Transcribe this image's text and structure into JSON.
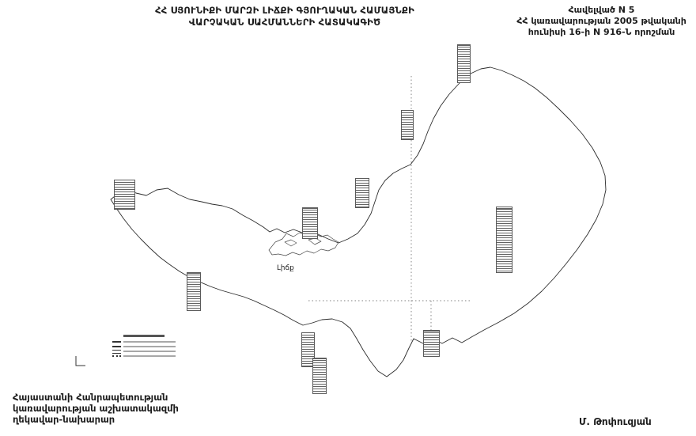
{
  "document": {
    "title_line1": "ՀՀ ՍՅՈՒՆԻՔԻ ՄԱՐԶԻ ԼԻՃՔԻ ԳՅՈՒՂԱԿԱՆ ՀԱՄԱՅՆՔԻ",
    "title_line2": "ՎԱՐՉԱԿԱՆ ՍԱՀՄԱՆՆԵՐԻ ՀԱՏԱԿԱԳԻԾ",
    "annex": {
      "line1": "Հավելված N 5",
      "line2": "ՀՀ կառավարության 2005 թվականի",
      "line3": "հունիսի 16-ի N 916-Ն որոշման"
    },
    "map": {
      "settlement_label": "Լիճք"
    },
    "signatory": {
      "line1": "Հայաստանի Հանրապետության",
      "line2": "կառավարության աշխատակազմի",
      "line3": "ղեկավար-նախարար",
      "name": "Մ. Թոփուզյան"
    },
    "colors": {
      "ink": "#1c1c1c",
      "paper": "#ffffff"
    }
  }
}
